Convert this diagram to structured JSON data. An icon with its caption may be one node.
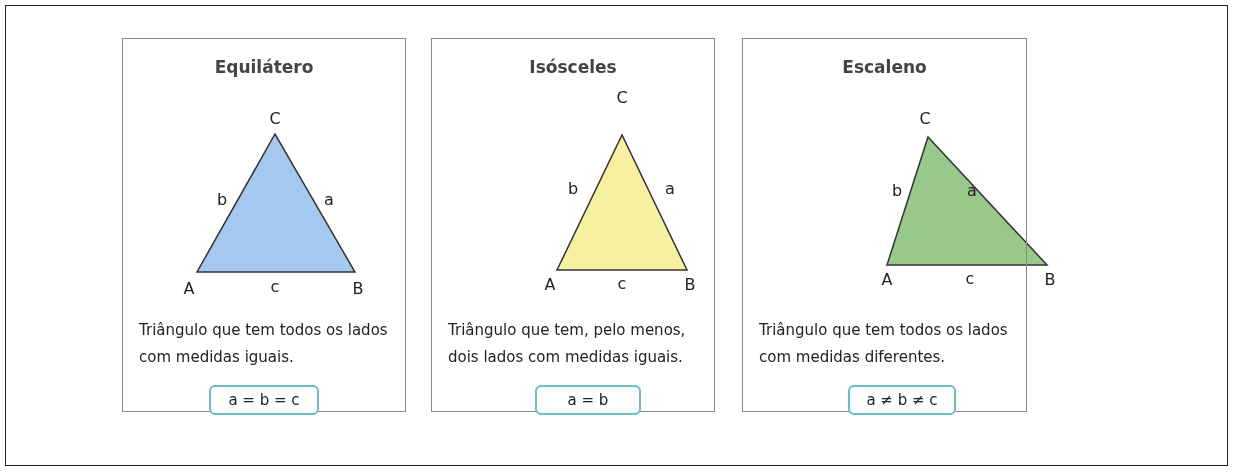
{
  "diagram": {
    "nodes": [
      {
        "text": [
          "Equilátero",
          "Triângulo que tem todos os lados com medidas iguais."
        ]
      },
      {
        "text": [
          "a = b = c"
        ],
        "in": 0
      },
      {
        "text": [
          "Isósceles",
          "Triângulo que tem, pelo menos, dois lados com medidas iguais."
        ]
      },
      {
        "text": [
          "a = b"
        ],
        "in": 2
      },
      {
        "text": [
          "Escaleno",
          "Triângulo que tem todos os lados com medidas diferentes."
        ]
      },
      {
        "text": [
          "a ≠ b ≠ c"
        ],
        "in": 4
      }
    ],
    "labels": [
      "C",
      "b",
      "a",
      "A",
      "c",
      "B",
      "C",
      "b",
      "a",
      "A",
      "c",
      "B",
      "C",
      "b",
      "a",
      "A",
      "c",
      "B"
    ]
  }
}
